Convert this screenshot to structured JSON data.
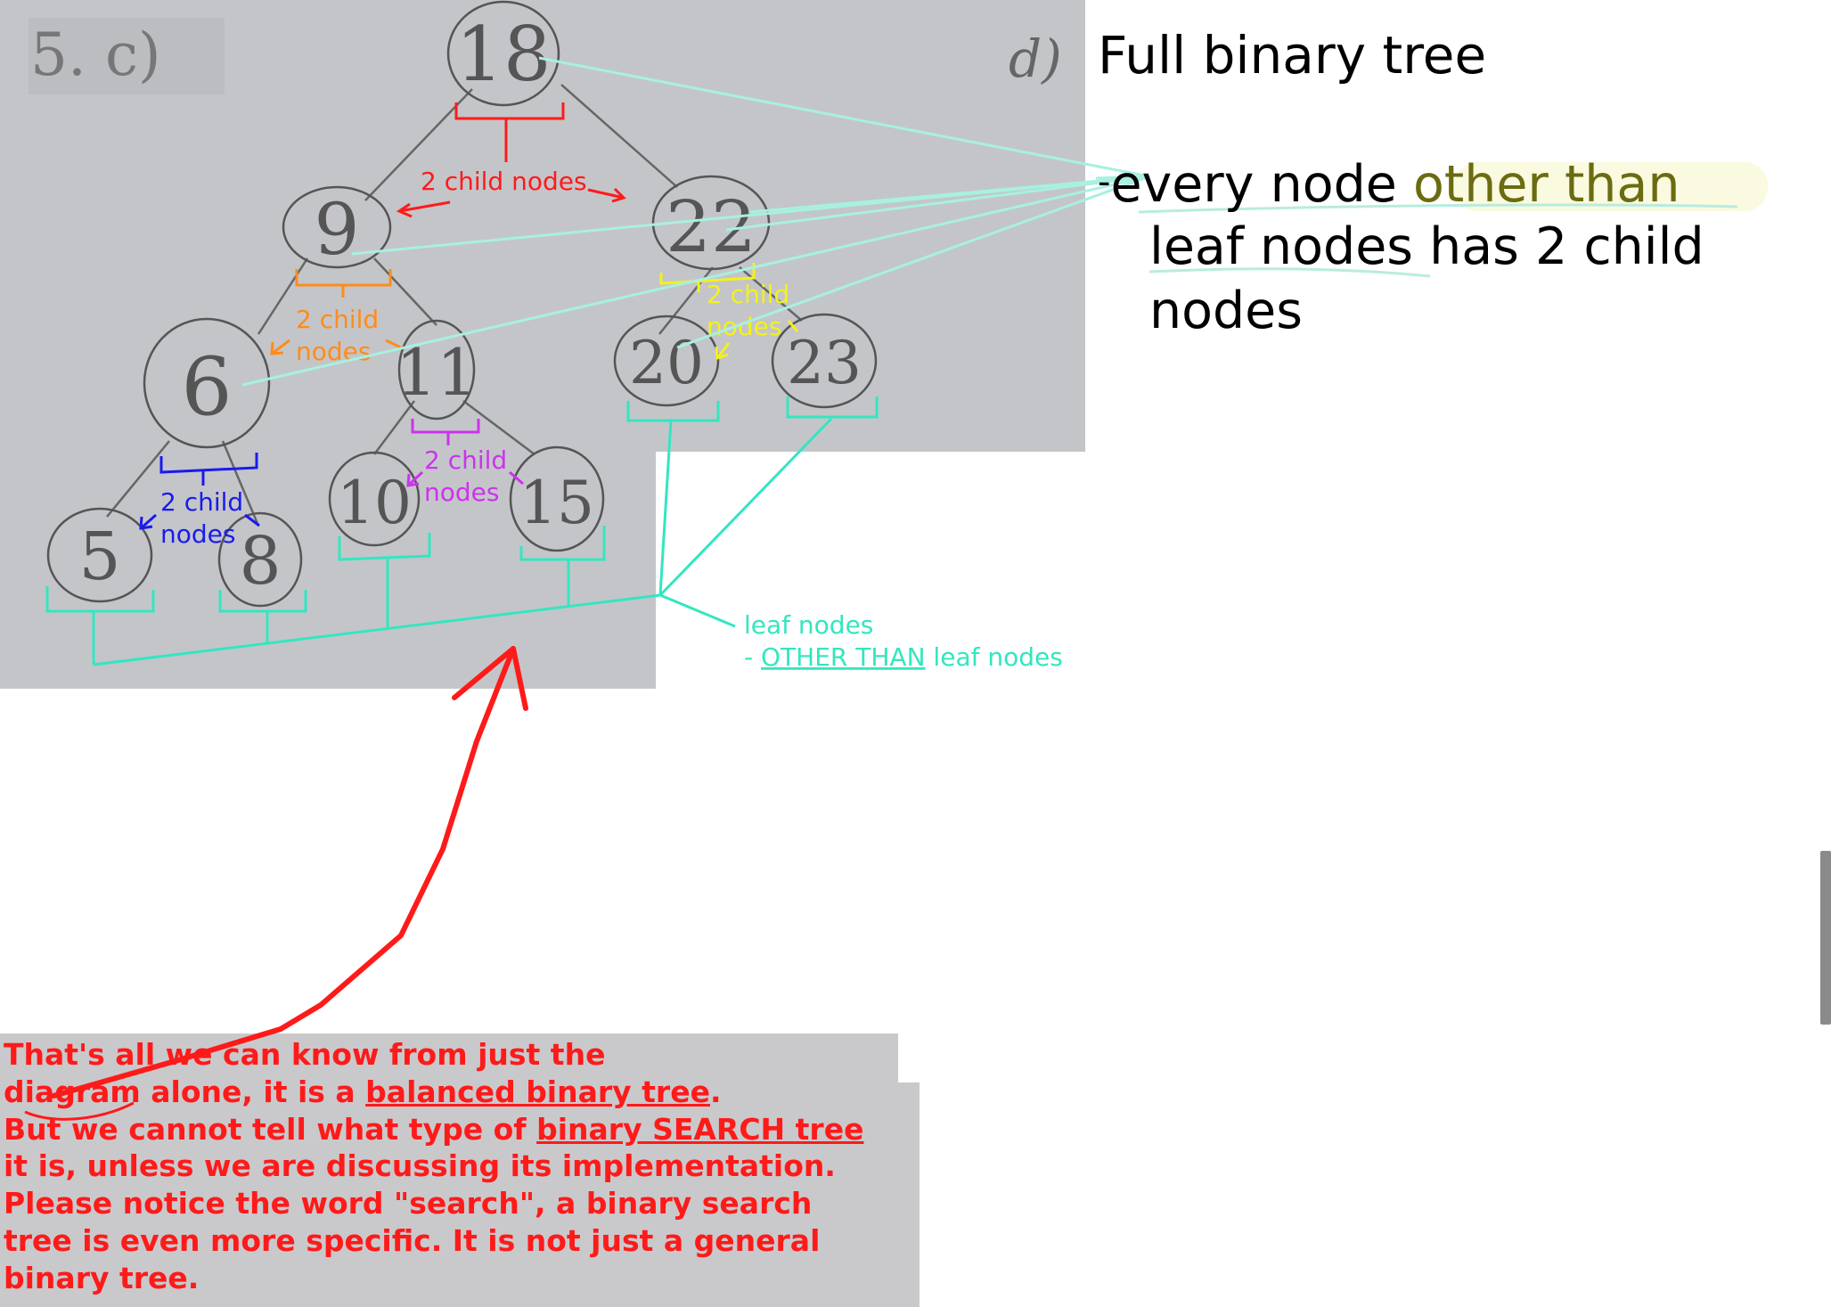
{
  "heading_label": "5. c)",
  "d_label": "d)",
  "title": "Full binary tree",
  "definition": {
    "dash": "-",
    "line1_a": "every node ",
    "line1_b": "other than",
    "line2_a": "leaf nodes",
    "line2_b": " has 2 child",
    "line3": "nodes"
  },
  "tree": {
    "nodes": [
      "18",
      "9",
      "22",
      "6",
      "11",
      "20",
      "23",
      "5",
      "8",
      "10",
      "15"
    ]
  },
  "child_labels": {
    "red": "2 child nodes",
    "orange_1": "2 child",
    "orange_2": "nodes",
    "yellow_1": "2 child",
    "yellow_2": "nodes",
    "purple_1": "2 child",
    "purple_2": "nodes",
    "blue_1": "2 child",
    "blue_2": "nodes"
  },
  "leaf_legend": {
    "line1": "leaf nodes",
    "line2_dash": "- ",
    "line2_ul": "OTHER THAN",
    "line2_rest": " leaf nodes"
  },
  "paragraph": {
    "l1": "That's all we can know from just the",
    "l2a": "diagram alone, it is a ",
    "l2b": "balanced binary tree",
    "l2c": ".",
    "l3a": "But we cannot tell what type of ",
    "l3b": "binary SEARCH tree",
    "l4": "it is, unless we are discussing its implementation.",
    "l5": "Please notice the word \"search\", a binary search",
    "l6": "tree is even more specific. It is not just a general",
    "l7": "binary tree."
  },
  "colors": {
    "red": "#ff1a1a",
    "orange": "#ff8c1a",
    "yellow": "#f2f21a",
    "purple": "#cc33ee",
    "blue": "#1a1aee",
    "teal": "#33e6c0",
    "olive": "#6b6b10"
  }
}
